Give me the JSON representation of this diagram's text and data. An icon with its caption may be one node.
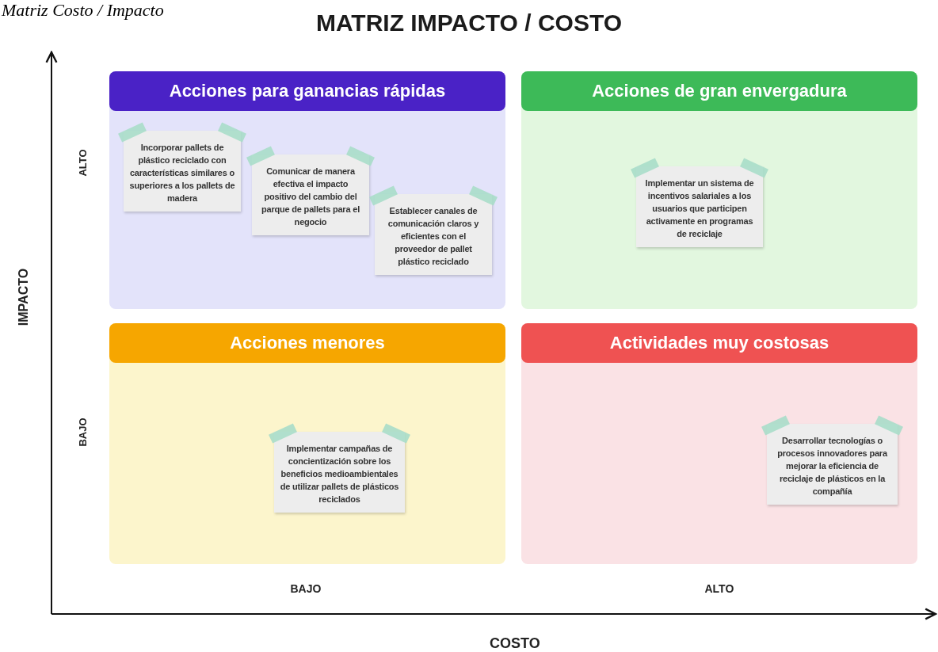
{
  "diagram": {
    "title": "MATRIZ IMPACTO / COSTO",
    "caption": "Matriz Costo / Impacto",
    "nodes": [
      {
        "text": [
          "Acciones para ganancias rápidas"
        ]
      },
      {
        "text": [
          "Incorporar pallets de plástico reciclado con características similares o superiores a los pallets de madera"
        ],
        "in": 0
      },
      {
        "text": [
          "Comunicar de manera efectiva el impacto positivo del cambio del parque de pallets para el negocio"
        ],
        "in": 0
      },
      {
        "text": [
          "Establecer canales de comunicación claros y eficientes con el proveedor de pallet plástico reciclado"
        ],
        "in": 0
      },
      {
        "text": [
          "Acciones de gran envergadura"
        ]
      },
      {
        "text": [
          "Implementar un sistema de incentivos salariales a los usuarios que participen activamente en programas de reciclaje"
        ],
        "in": 4
      },
      {
        "text": [
          "Acciones menores"
        ]
      },
      {
        "text": [
          "Implementar campañas de concientización sobre los beneficios medioambientales de utilizar pallets de plásticos reciclados"
        ],
        "in": 6
      },
      {
        "text": [
          "Actividades muy costosas"
        ]
      },
      {
        "text": [
          "Desarrollar tecnologías o procesos innovadores para mejorar la eficiencia de reciclaje de plásticos en la compañía"
        ],
        "in": 8
      }
    ],
    "labels": [
      "ALTO",
      "IMPACTO",
      "BAJO",
      "BAJO",
      "ALTO",
      "COSTO"
    ]
  }
}
